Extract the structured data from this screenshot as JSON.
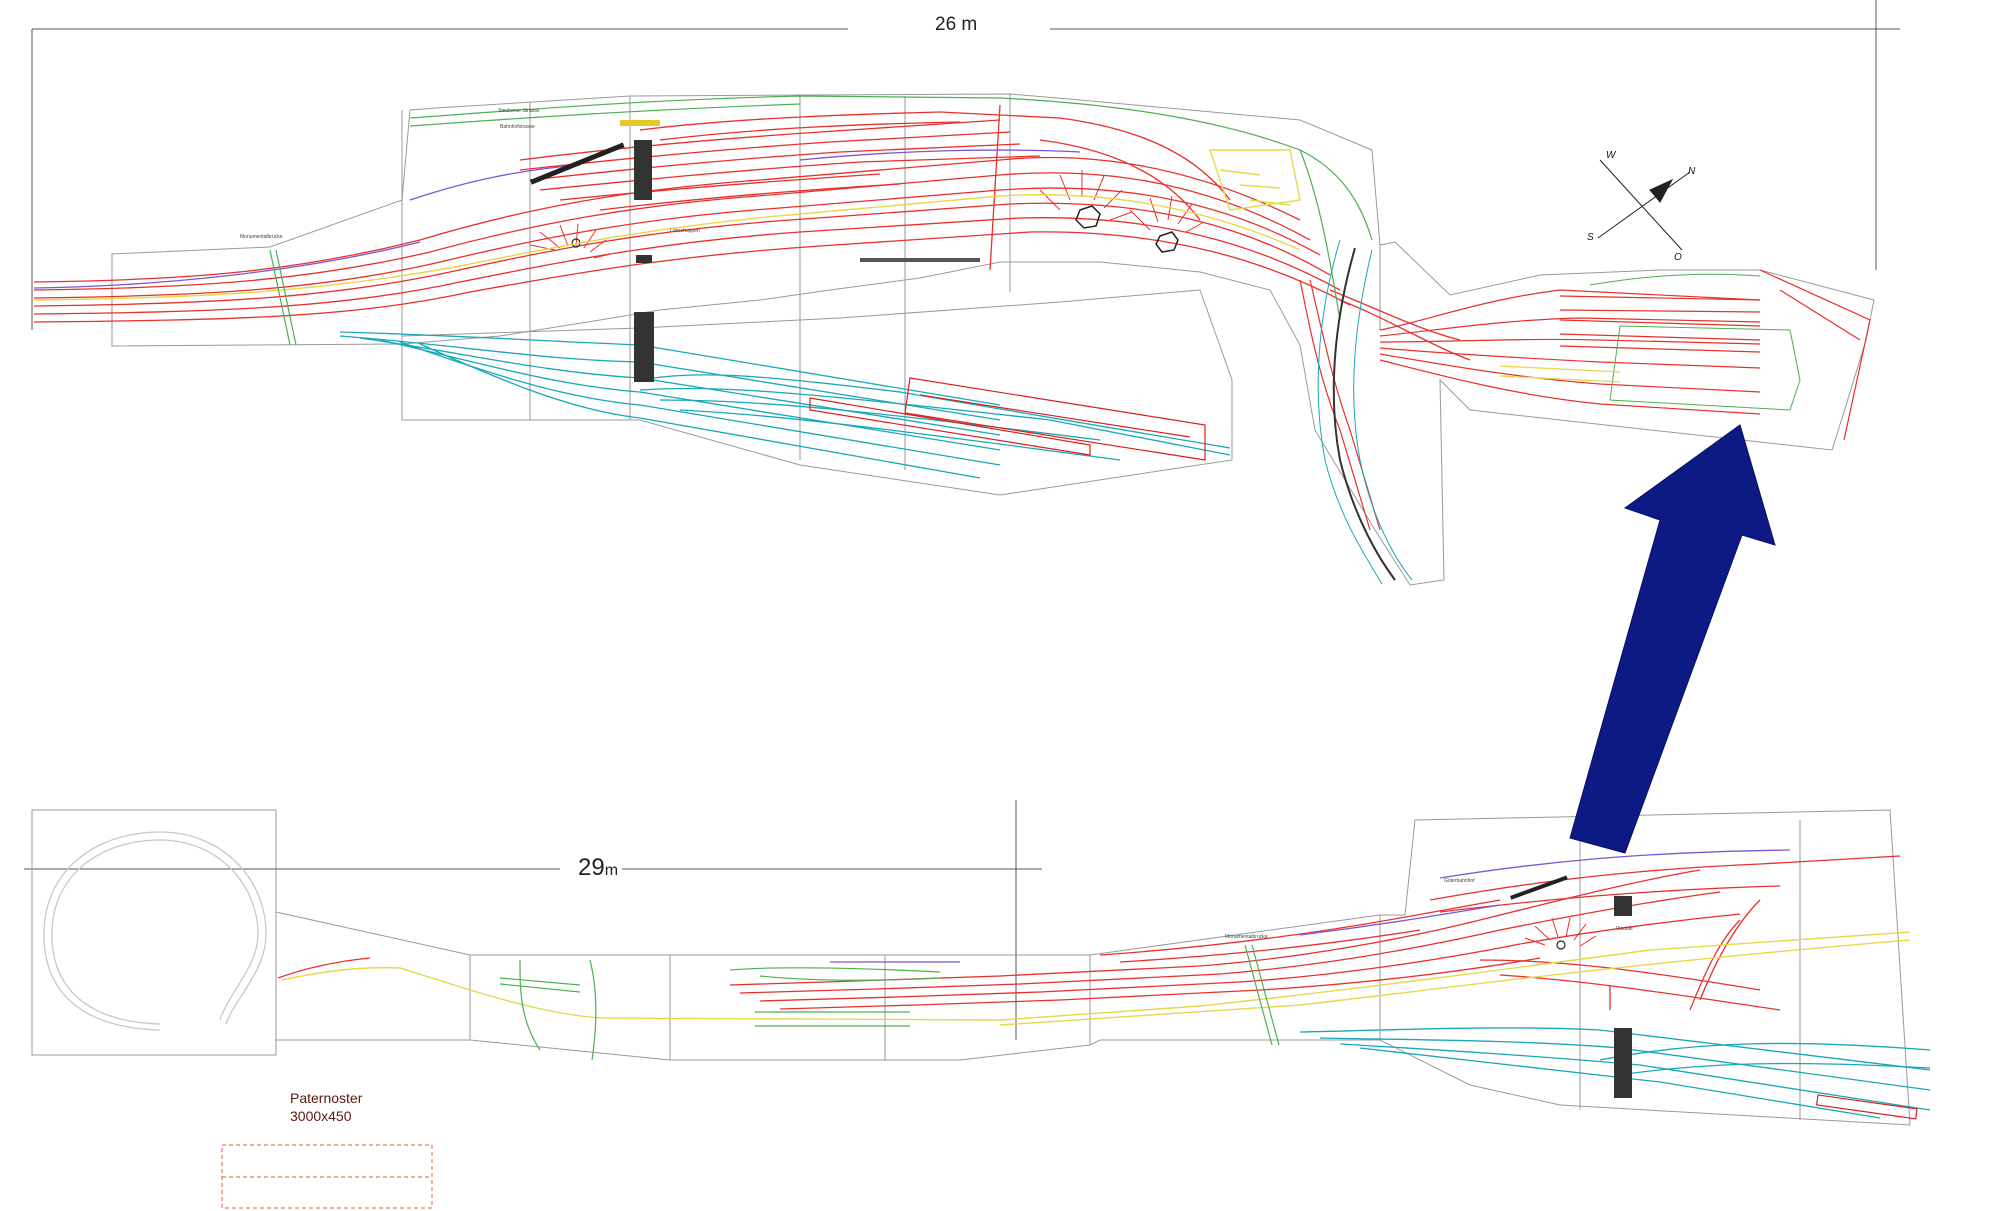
{
  "dimensions": {
    "top_length": "26 m",
    "bottom_length_value": "29",
    "bottom_length_unit": "m"
  },
  "compass": {
    "west": "W",
    "north": "N",
    "south": "S",
    "east": "O"
  },
  "bridge_label": "Monumentalbrücke",
  "area_labels": {
    "small_1": "Steubener Strasse",
    "small_2": "Bahnhofstrasse",
    "small_3": "Lokschuppen",
    "small_4": "Güterbahnhof",
    "small_5": "Viadukt"
  },
  "paternoster": {
    "name": "Paternoster",
    "size": "3000x450"
  },
  "colors": {
    "track_main": "#e8302c",
    "track_yard": "#18a8b8",
    "track_purple": "#7e56d4",
    "track_green": "#4caf50",
    "track_yellow": "#e6d84a",
    "baseboard": "#9a9a9a",
    "arrow": "#0e1a84"
  }
}
